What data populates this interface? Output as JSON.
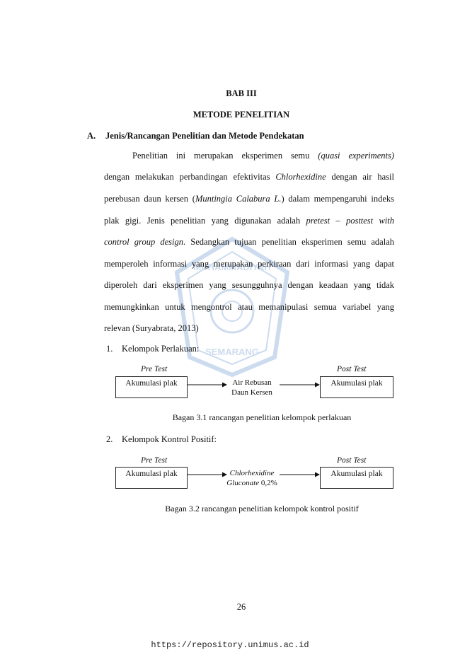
{
  "chapter": "BAB III",
  "title": "METODE PENELITIAN",
  "section": {
    "letter": "A.",
    "heading": "Jenis/Rancangan Penelitian dan Metode Pendekatan"
  },
  "paragraph": {
    "l1": {
      "a": "Penelitian ini merupakan eksperimen semu ",
      "b": "(quasi experiments)"
    },
    "l2": {
      "a": "dengan melakukan perbandingan efektivitas ",
      "b": "Chlorhexidine",
      "c": " dengan air hasil"
    },
    "l3": {
      "a": "perebusan daun kersen (",
      "b": "Muntingia Calabura L.",
      "c": ") dalam mempengaruhi indeks"
    },
    "l4": {
      "a": "plak gigi. Jenis penelitian yang digunakan adalah ",
      "b": "pretest – posttest with"
    },
    "l5": {
      "a": "control group design",
      "b": ". Sedangkan tujuan penelitian eksperimen semu adalah"
    },
    "l6": "memperoleh informasi yang merupakan perkiraan dari informasi yang dapat",
    "l7": "diperoleh dari eksperimen yang sesungguhnya dengan keadaan yang tidak",
    "l8": "memungkinkan untuk mengontrol atau memanipulasi semua variabel yang",
    "l9": "relevan (Suryabrata, 2013)"
  },
  "group1": {
    "num": "1.",
    "label": "Kelompok Perlakuan:",
    "pre_label": "Pre Test",
    "post_label": "Post Test",
    "box_left": "Akumulasi plak",
    "box_right": "Akumulasi plak",
    "mid_line1": "Air Rebusan",
    "mid_line2": "Daun Kersen",
    "caption": "Bagan 3.1 rancangan penelitian kelompok perlakuan"
  },
  "group2": {
    "num": "2.",
    "label": "Kelompok Kontrol Positif:",
    "pre_label": "Pre Test",
    "post_label": "Post Test",
    "box_left": "Akumulasi plak",
    "box_right": "Akumulasi plak",
    "mid_line1": "Chlorhexidine",
    "mid_line2_italic": "Gluconate",
    "mid_line2_rest": " 0,2%",
    "caption": "Bagan 3.2 rancangan penelitian kelompok kontrol positif"
  },
  "watermark": {
    "top_text": "MUHAMMADIYAH",
    "bottom_text": "SEMARANG"
  },
  "page_number": "26",
  "footer_url": "https://repository.unimus.ac.id"
}
